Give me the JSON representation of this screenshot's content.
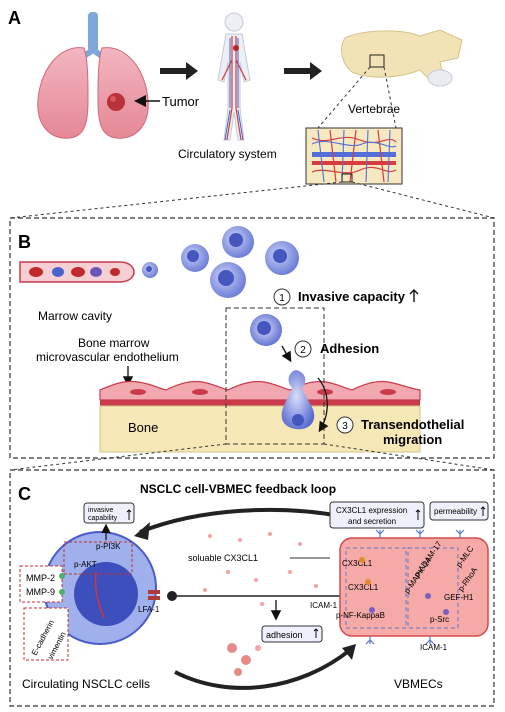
{
  "panels": {
    "a": "A",
    "b": "B",
    "c": "C"
  },
  "panel_a": {
    "tumor": "Tumor",
    "circulatory": "Circulatory system",
    "vertebrae": "Vertebrae"
  },
  "panel_b": {
    "marrow_cavity": "Marrow cavity",
    "endothelium_line1": "Bone marrow",
    "endothelium_line2": "microvascular endothelium",
    "bone": "Bone",
    "step1_num": "1",
    "step1_label": "Invasive capacity",
    "step2_num": "2",
    "step2_label": "Adhesion",
    "step3_num": "3",
    "step3_line1": "Transendothelial",
    "step3_line2": "migration"
  },
  "panel_c": {
    "title": "NSCLC cell-VBMEC feedback loop",
    "invasive_line1": "invasive",
    "invasive_line2": "capability",
    "pi3k": "p-PI3K",
    "akt": "p-AKT",
    "mmp2": "MMP-2",
    "mmp9": "MMP-9",
    "ecad": "E-cadherin",
    "vim": "vimentin",
    "lfa1": "LFA-1",
    "soluble": "soluable CX3CL1",
    "adhesion": "adhesion",
    "cx3cl1_box_line1": "CX3CL1 expression",
    "cx3cl1_box_line2": "and secretion",
    "permeability": "permeability",
    "cx3cl1_a": "CX3CL1",
    "cx3cl1_b": "CX3CL1",
    "icam1_a": "ICAM-1",
    "icam1_b": "ICAM-1",
    "nfkb": "p-NF-KappaB",
    "mapk14": "p-MAPK-14",
    "adam17": "p-ADAM-17",
    "mlc": "p-MLC",
    "rhoa": "p-RhoA",
    "gefh1": "GEF-H1",
    "src": "p-Src",
    "circ_cells": "Circulating NSCLC cells",
    "vbmecs": "VBMECs"
  }
}
